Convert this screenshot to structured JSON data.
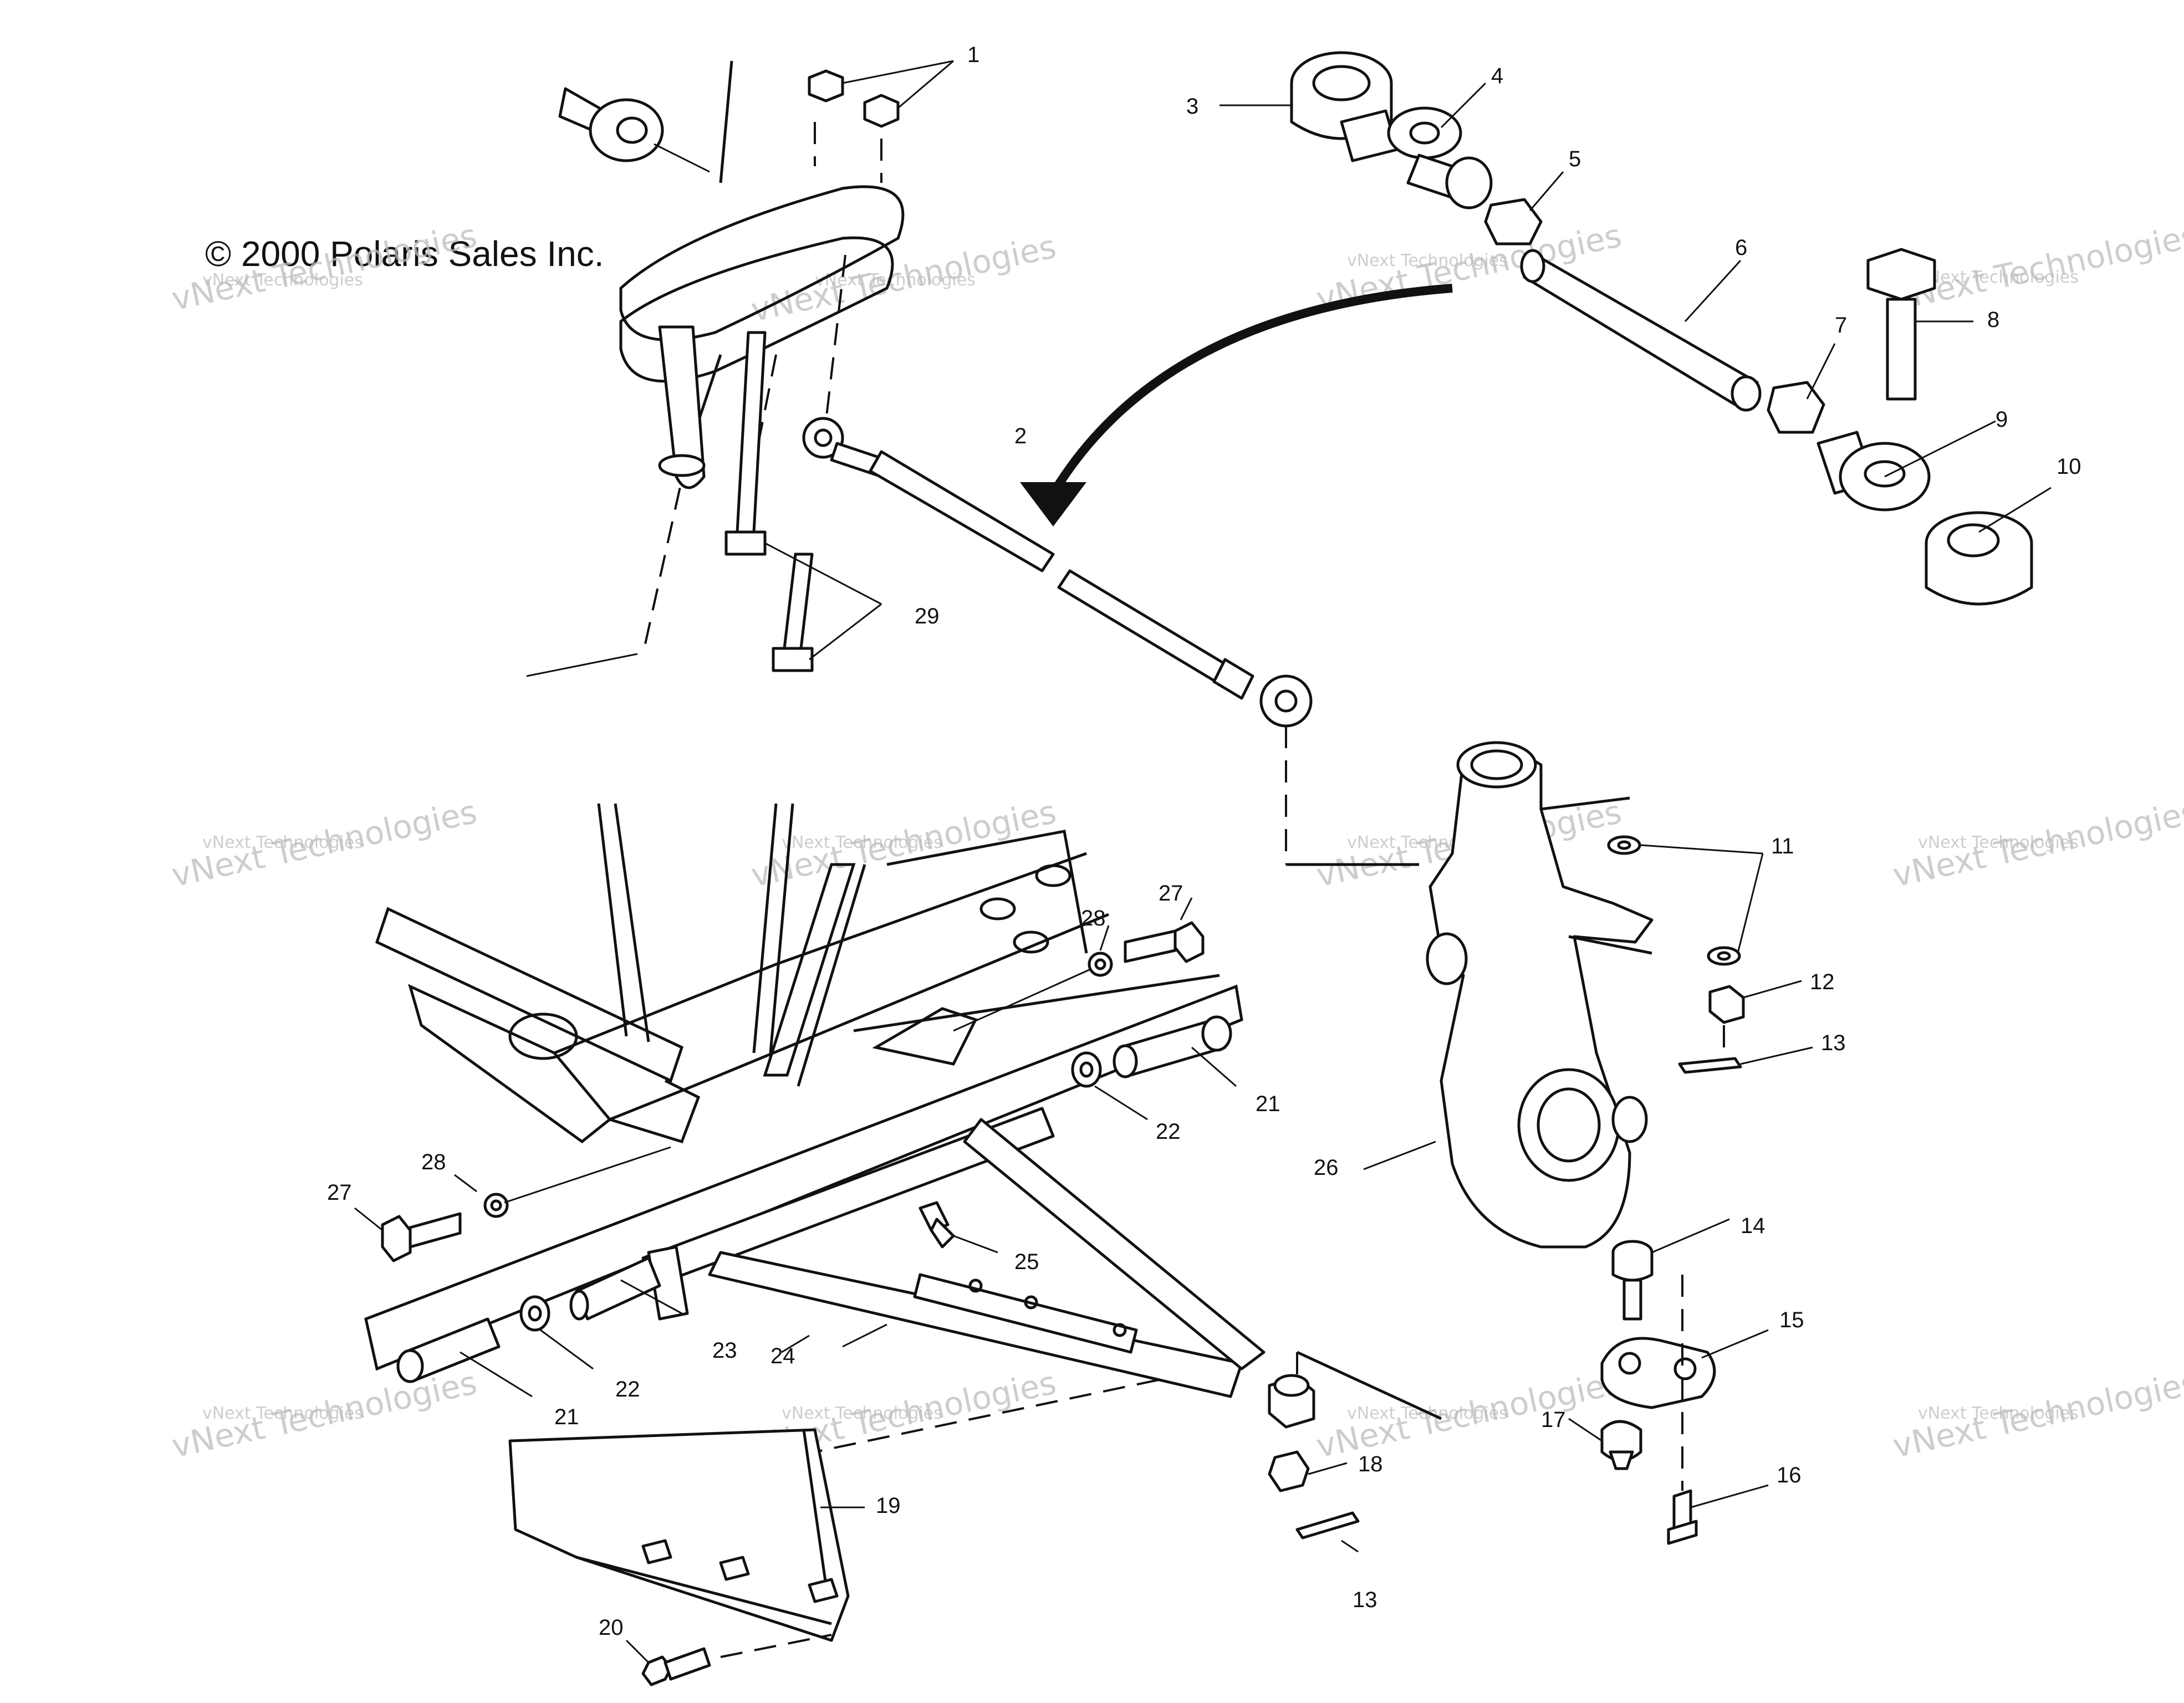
{
  "copyright": "© 2000 Polaris Sales Inc.",
  "watermark": {
    "small": "vNext Technologies",
    "large": "vNext Technologies"
  },
  "callouts": {
    "c1": "1",
    "c2": "2",
    "c3": "3",
    "c4": "4",
    "c5": "5",
    "c6": "6",
    "c7": "7",
    "c8": "8",
    "c9": "9",
    "c10": "10",
    "c11": "11",
    "c12": "12",
    "c13a": "13",
    "c14": "14",
    "c15": "15",
    "c16": "16",
    "c17": "17",
    "c18": "18",
    "c13b": "13",
    "c19": "19",
    "c20": "20",
    "c21a": "21",
    "c22a": "22",
    "c23": "23",
    "c24": "24",
    "c21b": "21",
    "c22b": "22",
    "c25": "25",
    "c26": "26",
    "c27a": "27",
    "c28a": "28",
    "c27b": "27",
    "c28b": "28",
    "c29": "29"
  }
}
